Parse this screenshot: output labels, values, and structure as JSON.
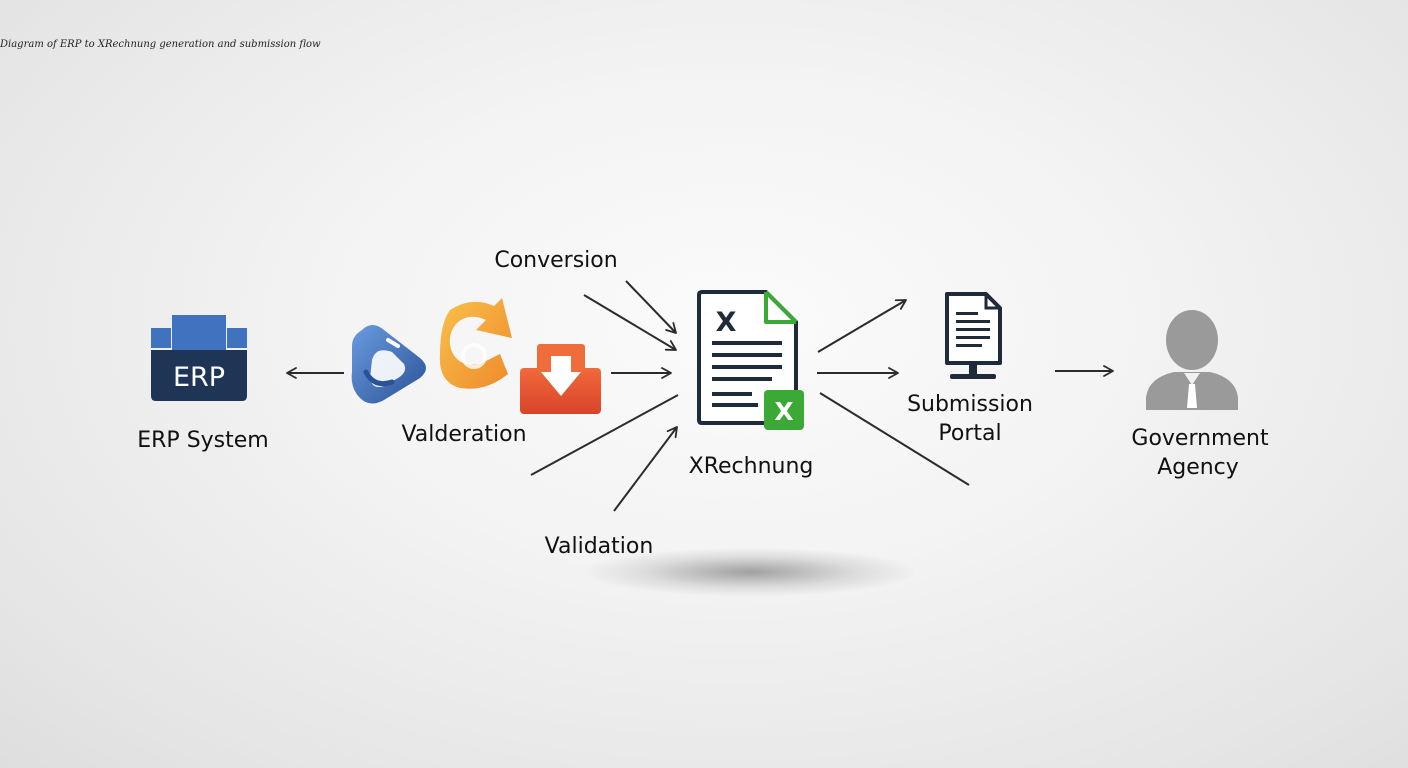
{
  "caption": "Diagram of ERP to XRechnung generation and submission flow",
  "nodes": {
    "erp": {
      "icon_text": "ERP",
      "label": "ERP System"
    },
    "valderation": {
      "label": "Valderation"
    },
    "conversion": {
      "label": "Conversion"
    },
    "validation": {
      "label": "Validation"
    },
    "xrechnung": {
      "icon_letter": "X",
      "badge_letter": "X",
      "label": "XRechnung"
    },
    "portal": {
      "label_line1": "Submission",
      "label_line2": "Portal"
    },
    "agency": {
      "label_line1": "Government",
      "label_line2": "Agency"
    }
  },
  "colors": {
    "erp_dark": "#1f3556",
    "erp_blue": "#3f73c0",
    "icon_blue": "#3a69b1",
    "icon_orange": "#f2a43a",
    "icon_red": "#e5532e",
    "doc_dark": "#1f2a3a",
    "doc_green": "#3aa935",
    "person_gray": "#9a9a9a",
    "arrow": "#2b2b2b"
  }
}
